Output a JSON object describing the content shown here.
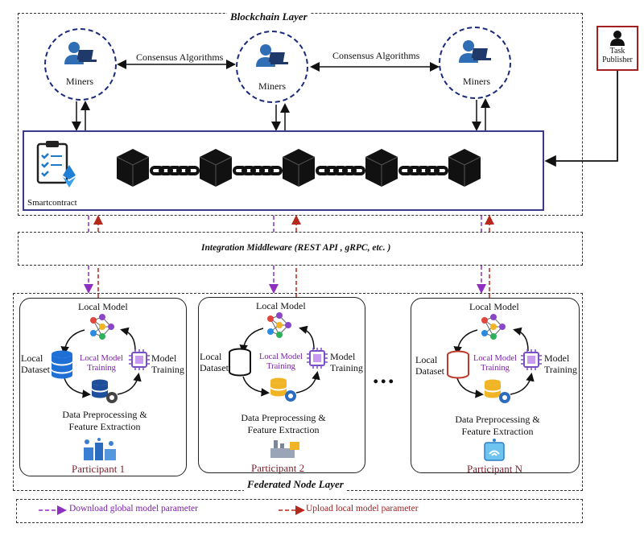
{
  "blockchain_layer": {
    "title": "Blockchain Layer",
    "miners_label": "Miners",
    "consensus_label": "Consensus Algorithms",
    "smartcontract_label": "Smartcontract"
  },
  "task_publisher": {
    "label": "Task Publisher"
  },
  "middleware": {
    "label": "Integration Middleware (REST API , gRPC,  etc. )"
  },
  "federated_layer": {
    "title": "Federated Node Layer",
    "ellipsis": "...",
    "participants": [
      {
        "name": "Participant 1",
        "local_model": "Local Model",
        "local_dataset": "Local Dataset",
        "training_center": "Local Model Training",
        "model_training": "Model Training",
        "preprocessing": "Data Preprocessing & Feature Extraction"
      },
      {
        "name": "Participant 2",
        "local_model": "Local Model",
        "local_dataset": "Local Dataset",
        "training_center": "Local Model Training",
        "model_training": "Model Training",
        "preprocessing": "Data Preprocessing & Feature Extraction"
      },
      {
        "name": "Participant N",
        "local_model": "Local Model",
        "local_dataset": "Local Dataset",
        "training_center": "Local Model Training",
        "model_training": "Model Training",
        "preprocessing": "Data Preprocessing & Feature Extraction"
      }
    ]
  },
  "legend": {
    "download": "Download global model parameter",
    "upload": "Upload local model parameter",
    "download_color": "#8e2fbf",
    "upload_color": "#b5281c"
  }
}
